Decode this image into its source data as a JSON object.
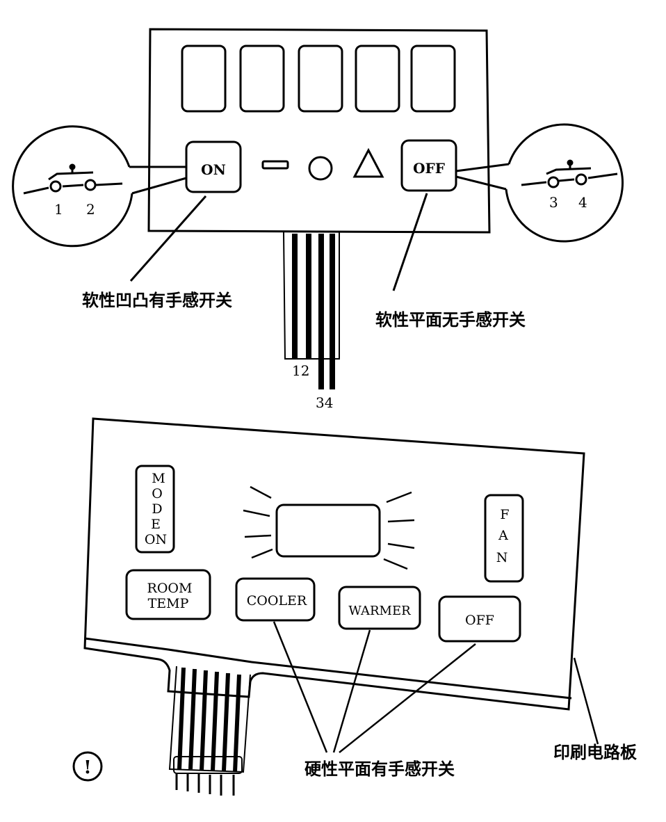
{
  "top_panel": {
    "on_key": "ON",
    "off_key": "OFF",
    "left_callout_pins": [
      "1",
      "2"
    ],
    "right_callout_pins": [
      "3",
      "4"
    ],
    "tail_labels_upper": "12",
    "tail_labels_lower": "34",
    "caption_left": "软性凹凸有手感开关",
    "caption_right": "软性平面无手感开关"
  },
  "bottom_panel": {
    "mode_key": [
      "M",
      "O",
      "D",
      "E",
      "ON"
    ],
    "fan_key": [
      "F",
      "A",
      "N"
    ],
    "room_temp_key": [
      "ROOM",
      "TEMP"
    ],
    "cooler_key": "COOLER",
    "warmer_key": "WARMER",
    "off_key": "OFF",
    "caption_switches": "硬性平面有手感开关",
    "caption_pcb": "印刷电路板",
    "figure_marker": "!"
  }
}
